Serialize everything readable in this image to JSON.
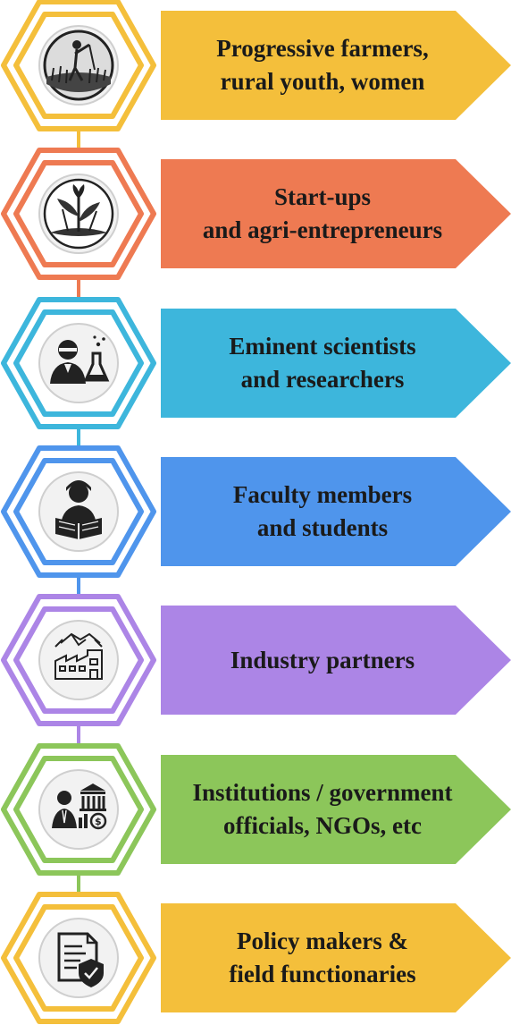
{
  "stakeholders": [
    {
      "label": "Progressive farmers,\nrural youth, women",
      "color": "#F4BF3B",
      "icon": "farmer-icon"
    },
    {
      "label": "Start-ups\nand agri-entrepreneurs",
      "color": "#EE7A52",
      "icon": "crop-sprout-icon"
    },
    {
      "label": "Eminent scientists\nand researchers",
      "color": "#3DB6DC",
      "icon": "scientist-icon"
    },
    {
      "label": "Faculty members\nand students",
      "color": "#4F95EC",
      "icon": "student-reading-icon"
    },
    {
      "label": "Industry partners",
      "color": "#AC85E6",
      "icon": "industry-handshake-icon"
    },
    {
      "label": "Institutions / government\nofficials, NGOs, etc",
      "color": "#8CC65A",
      "icon": "institution-officials-icon"
    },
    {
      "label": "Policy makers &\nfield functionaries",
      "color": "#F4BF3B",
      "icon": "policy-document-icon"
    }
  ]
}
